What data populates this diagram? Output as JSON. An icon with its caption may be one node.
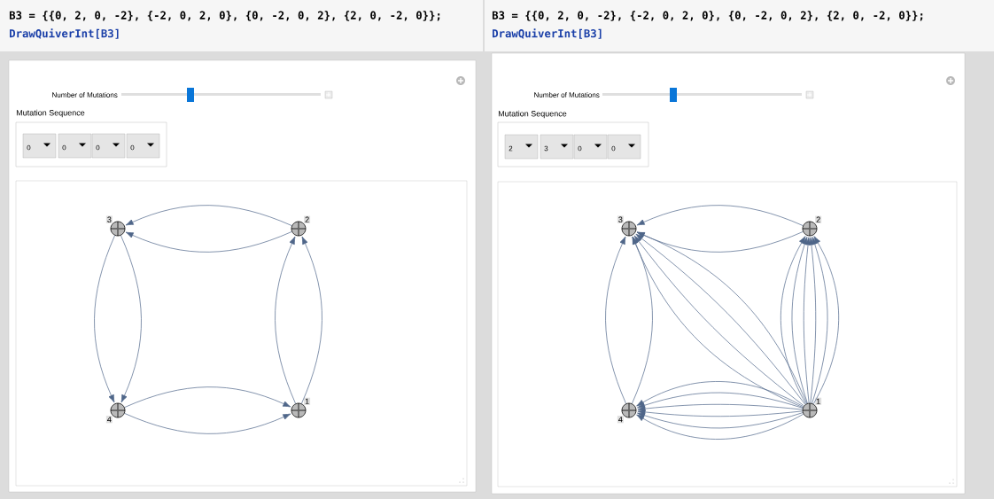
{
  "diagram": {
    "nodes": [
      {
        "text": [
          "3"
        ]
      },
      {
        "text": [
          "2"
        ]
      },
      {
        "text": [
          "4"
        ]
      },
      {
        "text": [
          "1"
        ]
      },
      {
        "text": [
          "3"
        ]
      },
      {
        "text": [
          "2"
        ]
      },
      {
        "text": [
          "4"
        ]
      },
      {
        "text": [
          "1"
        ]
      }
    ],
    "edges": [
      {
        "from": 3,
        "to": 1,
        "arrow": "to"
      },
      {
        "from": 3,
        "to": 1,
        "arrow": "to"
      },
      {
        "from": 1,
        "to": 0,
        "arrow": "to"
      },
      {
        "from": 1,
        "to": 0,
        "arrow": "to"
      },
      {
        "from": 0,
        "to": 2,
        "arrow": "to"
      },
      {
        "from": 0,
        "to": 2,
        "arrow": "to"
      },
      {
        "from": 2,
        "to": 3,
        "arrow": "to"
      },
      {
        "from": 2,
        "to": 3,
        "arrow": "to"
      },
      {
        "from": 7,
        "to": 5,
        "arrow": "to"
      },
      {
        "from": 7,
        "to": 5,
        "arrow": "to"
      },
      {
        "from": 7,
        "to": 5,
        "arrow": "to"
      },
      {
        "from": 7,
        "to": 5,
        "arrow": "to"
      },
      {
        "from": 7,
        "to": 5,
        "arrow": "to"
      },
      {
        "from": 7,
        "to": 5,
        "arrow": "to"
      },
      {
        "from": 5,
        "to": 4,
        "arrow": "to"
      },
      {
        "from": 5,
        "to": 4,
        "arrow": "to"
      },
      {
        "from": 6,
        "to": 4,
        "arrow": "to"
      },
      {
        "from": 6,
        "to": 4,
        "arrow": "to"
      },
      {
        "from": 7,
        "to": 6,
        "arrow": "to"
      },
      {
        "from": 7,
        "to": 6,
        "arrow": "to"
      },
      {
        "from": 7,
        "to": 6,
        "arrow": "to"
      },
      {
        "from": 7,
        "to": 6,
        "arrow": "to"
      },
      {
        "from": 7,
        "to": 6,
        "arrow": "to"
      },
      {
        "from": 7,
        "to": 6,
        "arrow": "to"
      },
      {
        "from": 7,
        "to": 4,
        "arrow": "to"
      },
      {
        "from": 7,
        "to": 4,
        "arrow": "to"
      },
      {
        "from": 7,
        "to": 4,
        "arrow": "to"
      },
      {
        "from": 7,
        "to": 4,
        "arrow": "to"
      }
    ],
    "labels": [
      "B3 = {{0, 2, 0, -2}, {-2, 0, 2, 0}, {0, -2, 0, 2}, {2, 0, -2, 0}};",
      "DrawQuiverInt[B3]",
      "Number of Mutations",
      "Mutation Sequence",
      "0",
      "0",
      "0",
      "0",
      "B3 = {{0, 2, 0, -2}, {-2, 0, 2, 0}, {0, -2, 0, 2}, {2, 0, -2, 0}};",
      "DrawQuiverInt[B3]",
      "Number of Mutations",
      "Mutation Sequence",
      "2",
      "3",
      "0",
      "0"
    ]
  }
}
